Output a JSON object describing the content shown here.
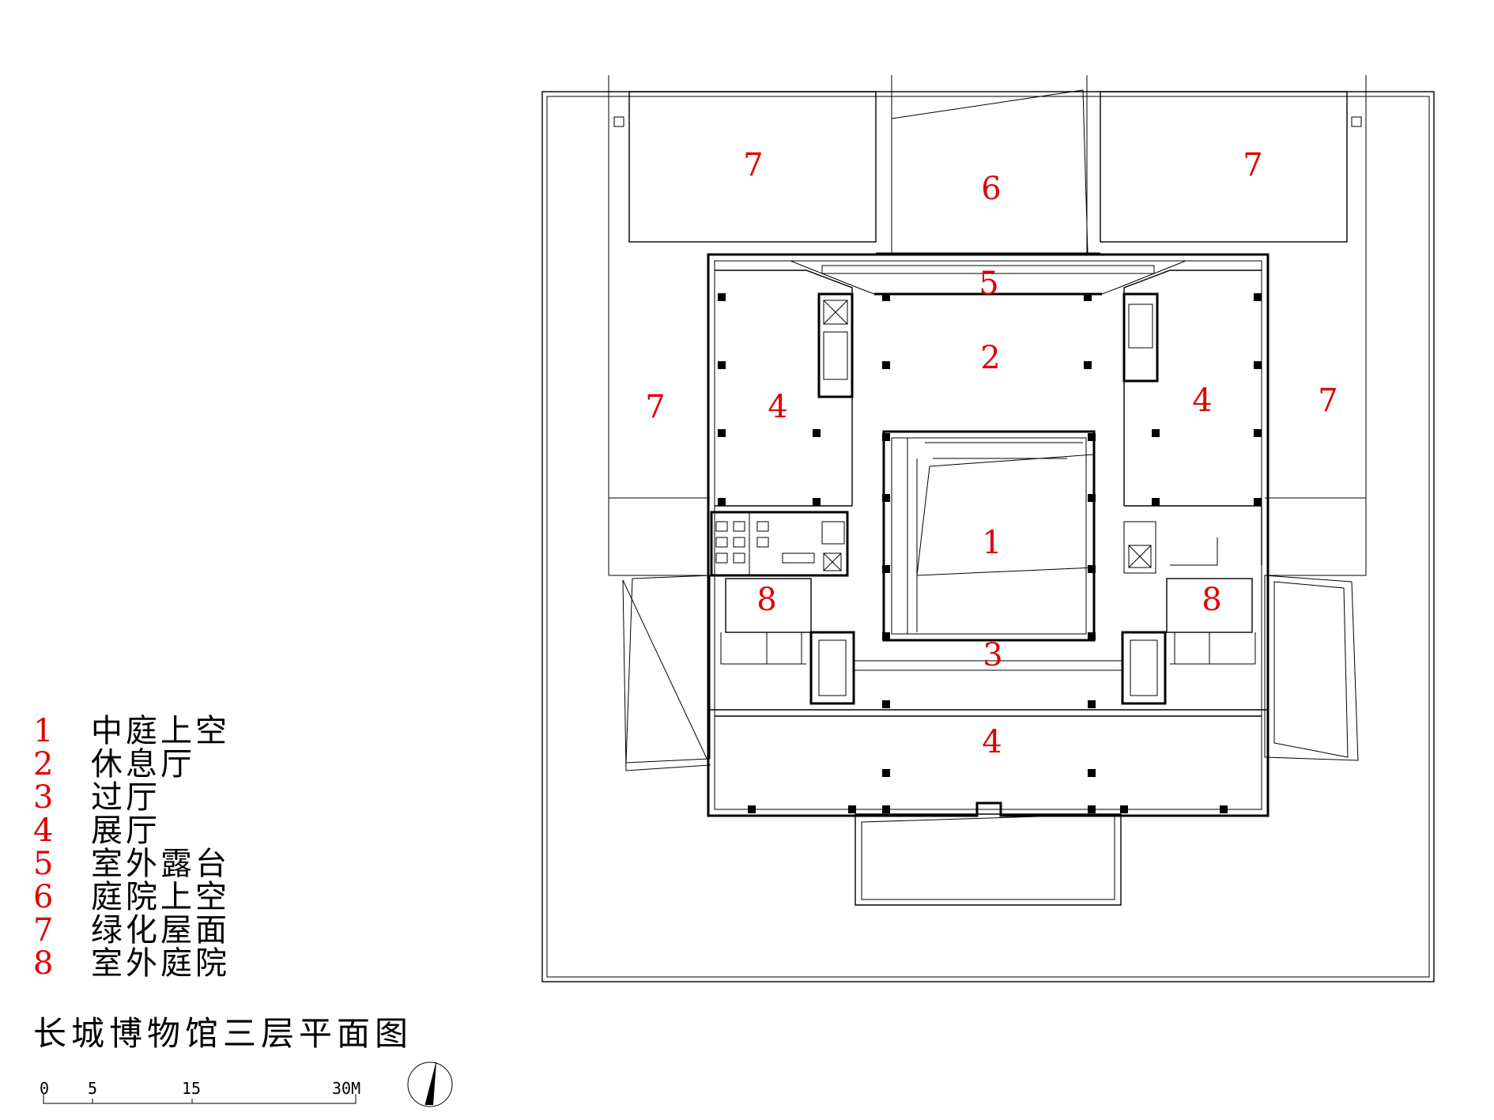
{
  "title": "长城博物馆三层平面图",
  "legend": [
    {
      "num": "1",
      "label": "中庭上空"
    },
    {
      "num": "2",
      "label": "休息厅"
    },
    {
      "num": "3",
      "label": "过厅"
    },
    {
      "num": "4",
      "label": "展厅"
    },
    {
      "num": "5",
      "label": "室外露台"
    },
    {
      "num": "6",
      "label": "庭院上空"
    },
    {
      "num": "7",
      "label": "绿化屋面"
    },
    {
      "num": "8",
      "label": "室外庭院"
    }
  ],
  "plan_labels": {
    "atrium": "1",
    "lounge": "2",
    "hall": "3",
    "exhibit_left": "4",
    "exhibit_right": "4",
    "exhibit_bottom": "4",
    "terrace": "5",
    "courtyard_void": "6",
    "roof_top_left": "7",
    "roof_top_right": "7",
    "roof_left": "7",
    "roof_right": "7",
    "court_left": "8",
    "court_right": "8"
  },
  "scale_bar": {
    "t0": "0",
    "t1": "5",
    "t2": "15",
    "t3": "30M"
  },
  "colors": {
    "label_red": "#e00000",
    "line": "#000000"
  },
  "icons": {
    "north_arrow": "north-arrow-icon"
  }
}
